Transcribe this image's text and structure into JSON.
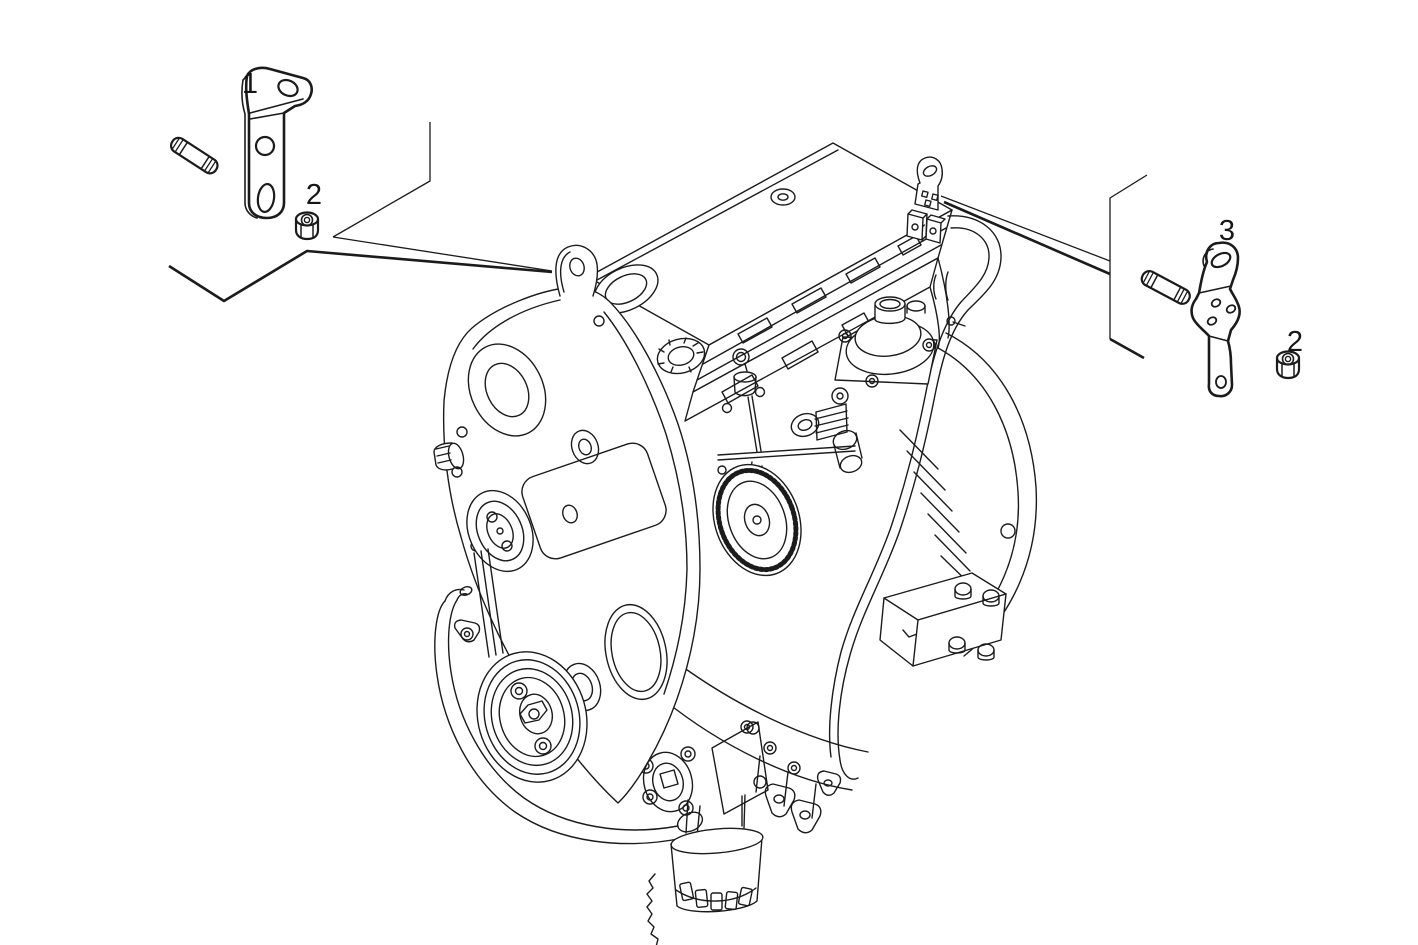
{
  "page": {
    "background": "#ffffff",
    "line_color": "#1b1b1b",
    "illustration": "engine-isometric-line-drawing"
  },
  "callouts": {
    "bracket_front": {
      "label": "1"
    },
    "nut_front": {
      "label": "2"
    },
    "bracket_rear": {
      "label": "3"
    },
    "nut_rear": {
      "label": "2"
    }
  }
}
